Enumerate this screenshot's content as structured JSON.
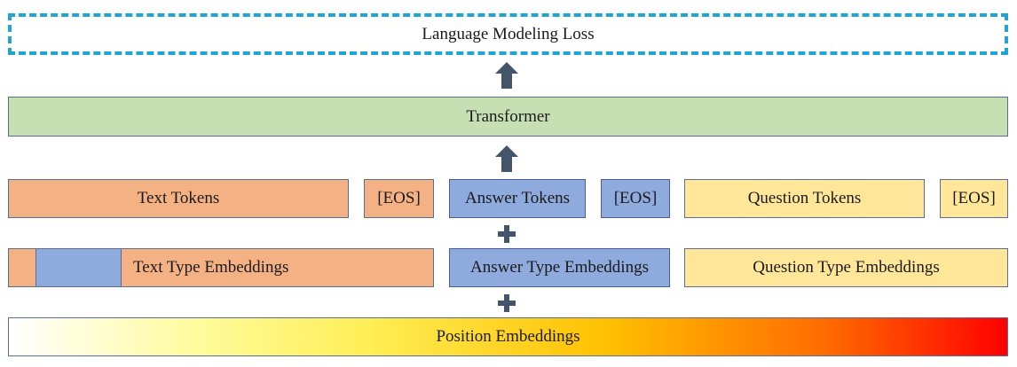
{
  "loss": {
    "label": "Language Modeling Loss"
  },
  "transformer": {
    "label": "Transformer"
  },
  "tokens": {
    "text": "Text Tokens",
    "text_eos": "[EOS]",
    "answer": "Answer Tokens",
    "answer_eos": "[EOS]",
    "question": "Question Tokens",
    "question_eos": "[EOS]"
  },
  "type_embeddings": {
    "text": "Text Type Embeddings",
    "answer": "Answer Type Embeddings",
    "question": "Question Type Embeddings"
  },
  "position": {
    "label": "Position Embeddings"
  },
  "icons": {
    "arrow": "up-arrow-icon",
    "plus": "plus-icon"
  },
  "colors": {
    "loss_border": "#1ea5d6",
    "transformer": "#c6e0b4",
    "text": "#f4b183",
    "answer": "#8faadc",
    "question": "#ffe699",
    "arrow": "#44546a"
  }
}
